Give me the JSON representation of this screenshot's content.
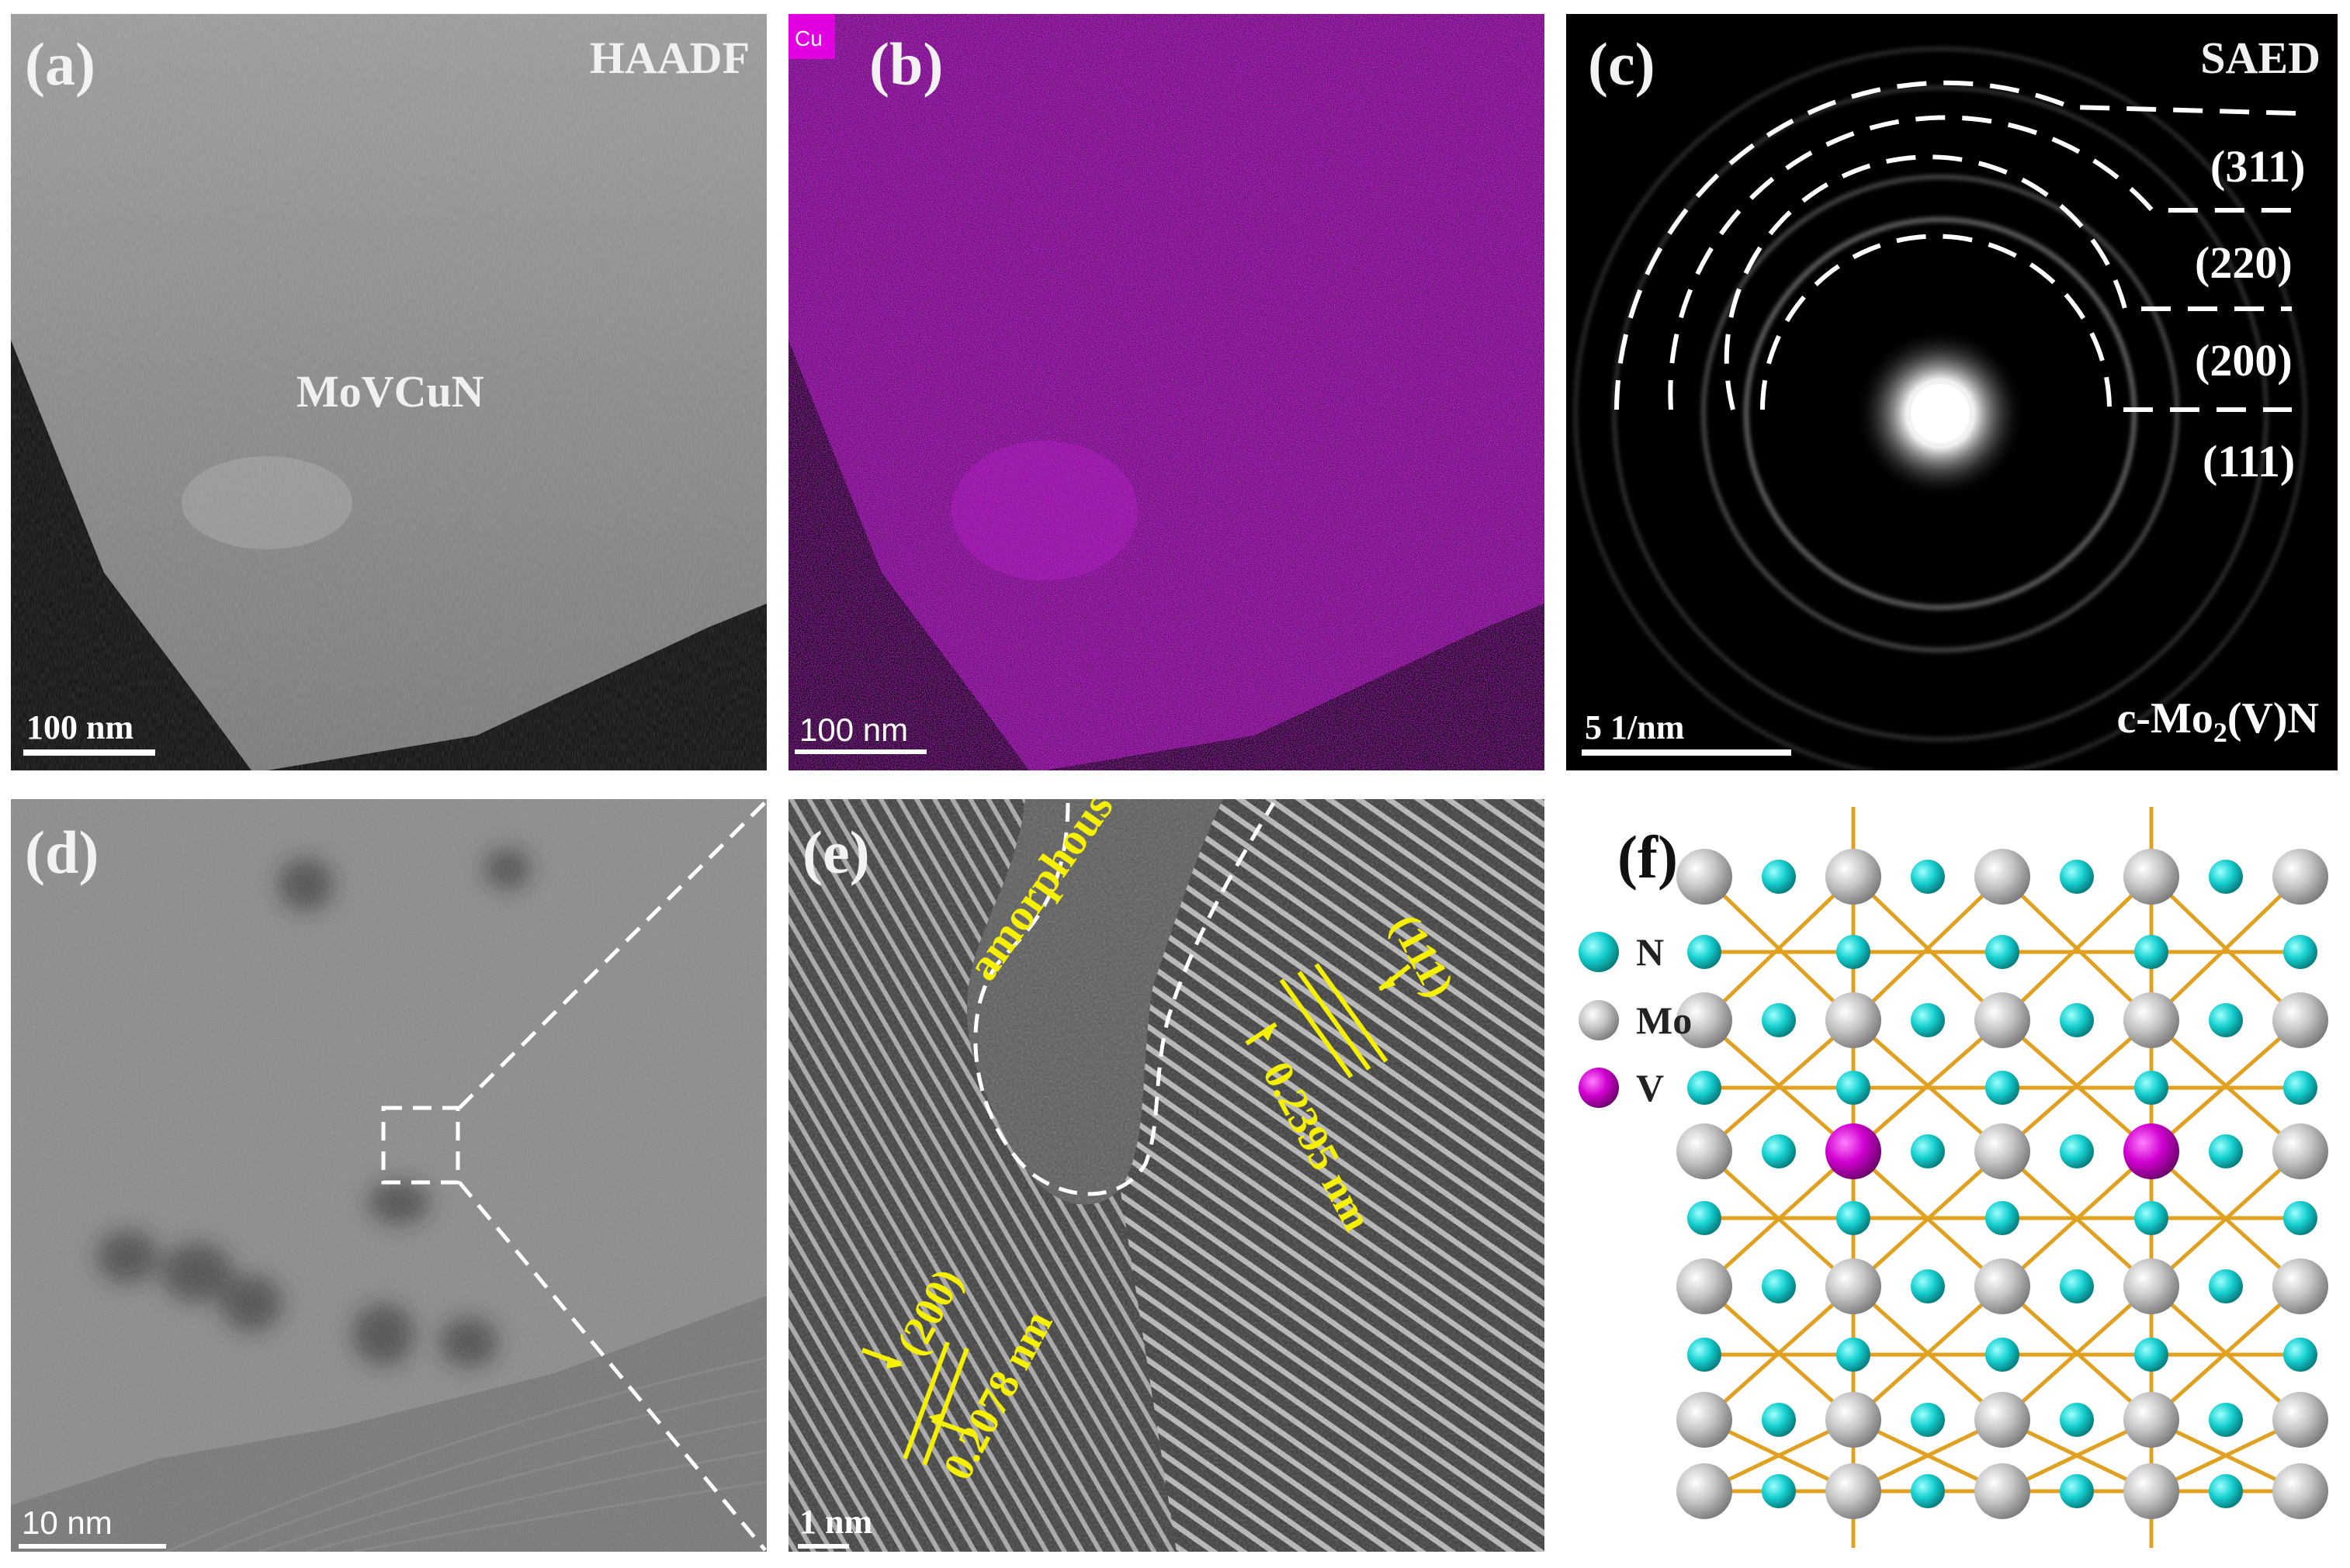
{
  "panels": {
    "a": {
      "label": "(a)",
      "corner": "HAADF",
      "material": "MoVCuN",
      "scale": "100 nm"
    },
    "b": {
      "label": "(b)",
      "element": "Cu",
      "scale": "100 nm"
    },
    "c": {
      "label": "(c)",
      "corner": "SAED",
      "rings": [
        "(311)",
        "(220)",
        "(200)",
        "(111)"
      ],
      "scale": "5 1/nm",
      "phase_prefix": "c-Mo",
      "phase_sub": "2",
      "phase_suffix": "(V)N"
    },
    "d": {
      "label": "(d)",
      "scale": "10 nm"
    },
    "e": {
      "label": "(e)",
      "region": "amorphous",
      "plane_a": "(111)",
      "spacing_a": "0.2395 nm",
      "plane_b": "(200)",
      "spacing_b": "0.2078 nm",
      "scale": "1 nm"
    },
    "f": {
      "label": "(f)",
      "legend": [
        {
          "symbol": "N",
          "color": "#16d0d0"
        },
        {
          "symbol": "Mo",
          "color": "#bdbdbd"
        },
        {
          "symbol": "V",
          "color": "#d000d0"
        }
      ]
    }
  },
  "colors": {
    "bond": "#e0a020",
    "dash": "#ffffff",
    "annotation": "#f5f000",
    "cu_map": "#a010b0"
  }
}
